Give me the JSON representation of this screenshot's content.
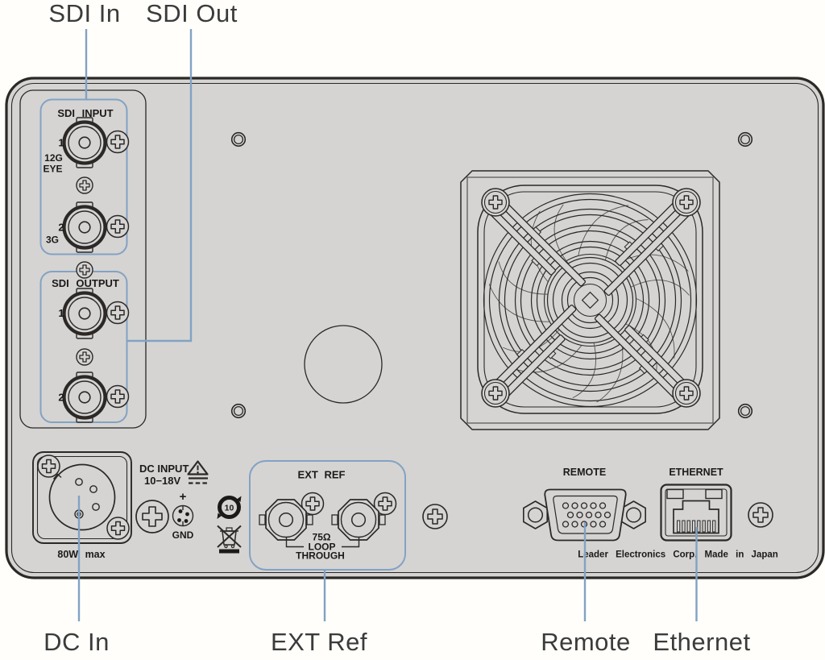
{
  "colors": {
    "background": "#fffefa",
    "panel_fill": "#d5d4d2",
    "outline": "#2b2826",
    "callout_blue": "#82a2c4",
    "label_text": "#1c1a19",
    "callout_text": "#3b3b3b"
  },
  "callouts": {
    "sdi_in": "SDI In",
    "sdi_out": "SDI Out",
    "dc_in": "DC In",
    "ext_ref": "EXT Ref",
    "remote": "Remote",
    "ethernet": "Ethernet"
  },
  "sdi_input": {
    "title": "SDI INPUT",
    "port1": "1",
    "port1_rate": "12G",
    "port1_mode": "EYE",
    "port2": "2",
    "port2_rate": "3G"
  },
  "sdi_output": {
    "title": "SDI OUTPUT",
    "port1": "1",
    "port2": "2"
  },
  "dc": {
    "title": "DC INPUT",
    "voltage": "10−18V",
    "polarity": "+",
    "ground": "GND",
    "power": "80W max",
    "rohs": "10"
  },
  "ext_ref": {
    "title": "EXT REF",
    "impedance": "75Ω",
    "loop": "LOOP",
    "through": "THROUGH"
  },
  "remote": {
    "title": "REMOTE"
  },
  "ethernet": {
    "title": "ETHERNET"
  },
  "footer": {
    "manufacturer": "Leader Electronics Corp. Made in Japan"
  }
}
